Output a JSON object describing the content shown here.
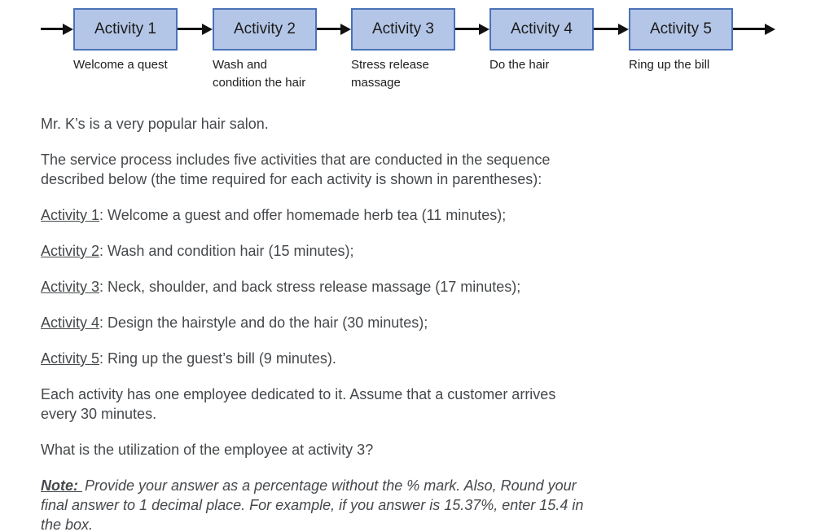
{
  "diagram": {
    "box_fill": "#b4c6e7",
    "box_border": "#4a72b8",
    "arrow_color": "#111111",
    "boxes": [
      {
        "title": "Activity 1",
        "label": "Welcome a quest"
      },
      {
        "title": "Activity 2",
        "label": "Wash and\ncondition the hair"
      },
      {
        "title": "Activity 3",
        "label": "Stress release\nmassage"
      },
      {
        "title": "Activity 4",
        "label": "Do the hair"
      },
      {
        "title": "Activity 5",
        "label": "Ring up the bill"
      }
    ]
  },
  "body": {
    "p_intro": "Mr. K’s is a very popular hair salon.",
    "p_process": "The service process includes five activities that are conducted in the sequence\ndescribed below (the time required for each activity is shown in parentheses):",
    "activities": [
      {
        "label": "Activity 1",
        "text": ": Welcome a guest and offer homemade herb tea (11 minutes);"
      },
      {
        "label": "Activity 2",
        "text": ": Wash and condition hair (15 minutes);"
      },
      {
        "label": "Activity 3",
        "text": ": Neck, shoulder, and back stress release massage (17 minutes);"
      },
      {
        "label": "Activity 4",
        "text": ": Design the hairstyle and do the hair (30 minutes);"
      },
      {
        "label": "Activity 5",
        "text": ": Ring up the guest’s bill (9 minutes)."
      }
    ],
    "p_each": "Each activity has one employee dedicated to it. Assume that a customer arrives\nevery 30 minutes.",
    "question": "What is the utilization of the employee at activity 3?",
    "note_label": "Note: ",
    "note_text": "Provide your answer as a percentage without the % mark. Also, Round your\nfinal answer to 1 decimal place. For example, if you answer is 15.37%, enter 15.4 in\nthe box."
  }
}
